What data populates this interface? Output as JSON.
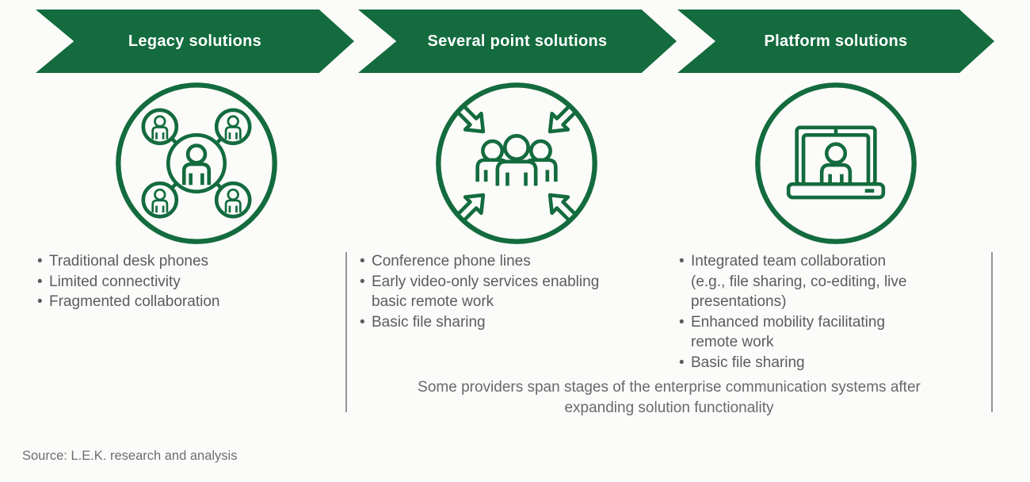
{
  "colors": {
    "green": "#136B3E",
    "bullet_text": "#5B5C5E",
    "note_text": "#68696C",
    "source_text": "#6D6E70",
    "divider": "#95969A",
    "background": "#FBFBF9",
    "banner_text": "#FFFFFF"
  },
  "stages": [
    {
      "banner_label": "Legacy solutions",
      "icon": "people-network-icon",
      "bullets": [
        "Traditional desk phones",
        "Limited connectivity",
        "Fragmented collaboration"
      ]
    },
    {
      "banner_label": "Several point solutions",
      "icon": "people-converging-icon",
      "bullets": [
        "Conference phone lines",
        "Early video-only services enabling basic remote work",
        "Basic file sharing"
      ]
    },
    {
      "banner_label": "Platform solutions",
      "icon": "laptop-video-call-icon",
      "bullets": [
        "Integrated team collaboration (e.g., file sharing, co-editing, live presentations)",
        "Enhanced mobility facilitating remote work",
        "Basic file sharing"
      ]
    }
  ],
  "note": "Some providers span stages of the enterprise communication systems after expanding solution functionality",
  "source": "Source: L.E.K. research and analysis"
}
